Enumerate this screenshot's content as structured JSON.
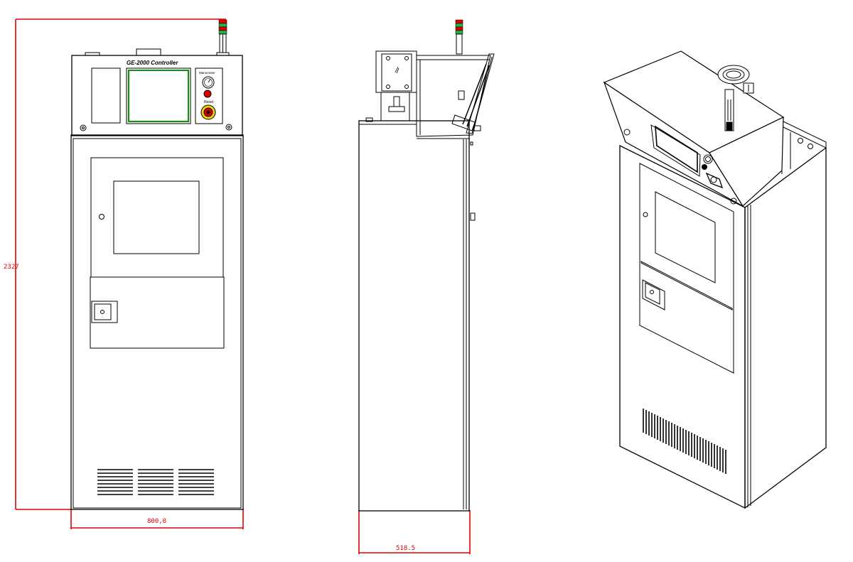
{
  "views": {
    "front": {
      "controller_title": "GE-2000 Controller",
      "panel_label": "Manometer",
      "reset_label": "Reset"
    },
    "side": {},
    "iso": {}
  },
  "dimensions": {
    "height": "2327",
    "front_width": "800,0",
    "depth": "518.5"
  },
  "colors": {
    "line": "#000000",
    "dimension": "#e00000",
    "screen_border": "#1a8a1a",
    "beacon_green": "#22b14c",
    "beacon_red": "#e00000",
    "estop_yellow": "#f5d000"
  }
}
